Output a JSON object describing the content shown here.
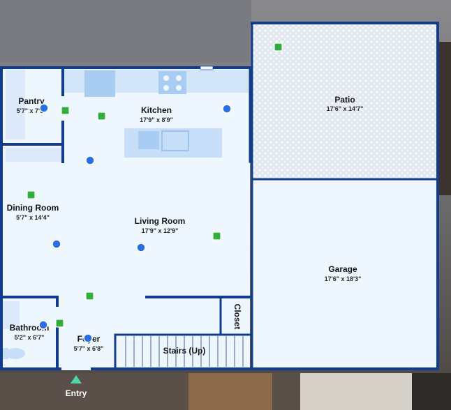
{
  "rooms": {
    "pantry": {
      "name": "Pantry",
      "dims": "5'7\" x 7'9\""
    },
    "kitchen": {
      "name": "Kitchen",
      "dims": "17'9\" x 8'9\""
    },
    "patio": {
      "name": "Patio",
      "dims": "17'6\" x 14'7\""
    },
    "dining": {
      "name": "Dining Room",
      "dims": "5'7\" x 14'4\""
    },
    "living": {
      "name": "Living Room",
      "dims": "17'9\" x 12'9\""
    },
    "garage": {
      "name": "Garage",
      "dims": "17'6\" x 18'3\""
    },
    "bathroom": {
      "name": "Bathroom",
      "dims": "5'2\" x 6'7\""
    },
    "foyer": {
      "name": "Foyer",
      "dims": "5'7\" x 6'8\""
    },
    "closet": {
      "name": "Closet"
    },
    "stairs": {
      "name": "Stairs (Up)"
    }
  },
  "entry": {
    "label": "Entry"
  },
  "colors": {
    "wall": "#123d8f",
    "floor": "#eef6fe",
    "fixture": "#c6def8",
    "blue_marker": "#2a6ee6",
    "green_marker": "#2fae3b",
    "entry_marker": "#4fd6a8"
  }
}
